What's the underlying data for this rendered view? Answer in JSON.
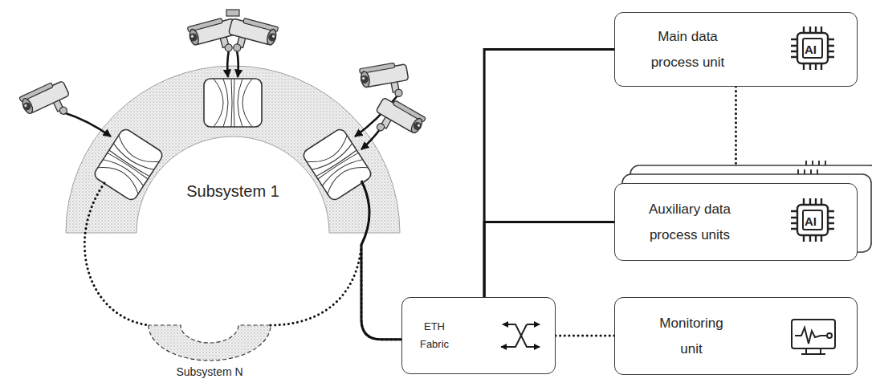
{
  "diagram": {
    "nodes": [
      {
        "text": [
          "Subsystem 1"
        ]
      },
      {
        "text": [
          "Subsystem N"
        ]
      },
      {
        "text": [
          "Main data process unit"
        ]
      },
      {
        "text": [
          "Auxiliary data process units"
        ]
      },
      {
        "text": [
          "ETH Fabric"
        ]
      },
      {
        "text": [
          "Monitoring unit"
        ]
      }
    ],
    "edges": [
      {
        "from": 0,
        "to": 4,
        "arrow": "none"
      },
      {
        "from": 0,
        "to": 1,
        "arrow": "none"
      },
      {
        "from": 1,
        "to": 4,
        "arrow": "none"
      },
      {
        "from": 4,
        "to": 2,
        "arrow": "none"
      },
      {
        "from": 4,
        "to": 3,
        "arrow": "none"
      },
      {
        "from": 4,
        "to": 5,
        "arrow": "none"
      },
      {
        "from": 2,
        "to": 3,
        "arrow": "none"
      }
    ],
    "labels": [
      "AI",
      "AI"
    ]
  }
}
